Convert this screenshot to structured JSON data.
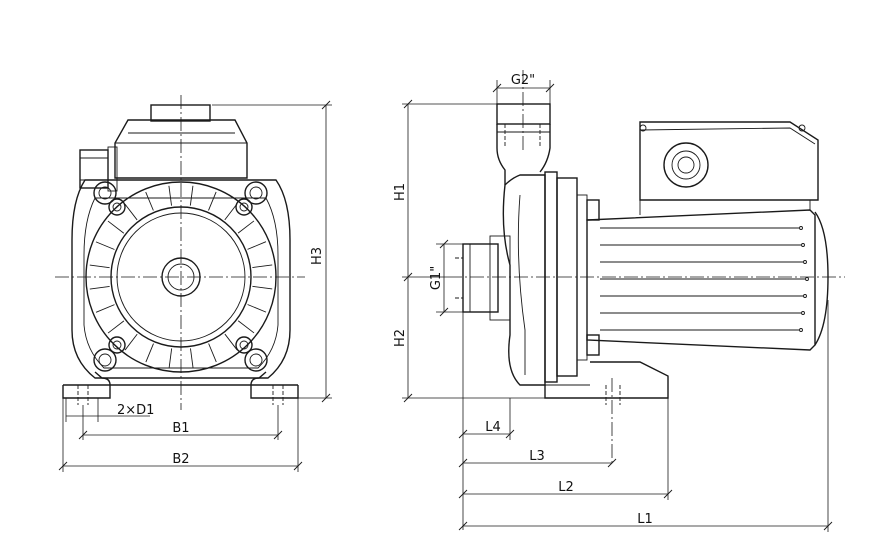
{
  "labels": {
    "g2": "G2\"",
    "g1": "G1\"",
    "d1": "2×D1",
    "b1": "B1",
    "b2": "B2",
    "h1": "H1",
    "h2": "H2",
    "h3": "H3",
    "l1": "L1",
    "l2": "L2",
    "l3": "L3",
    "l4": "L4"
  }
}
